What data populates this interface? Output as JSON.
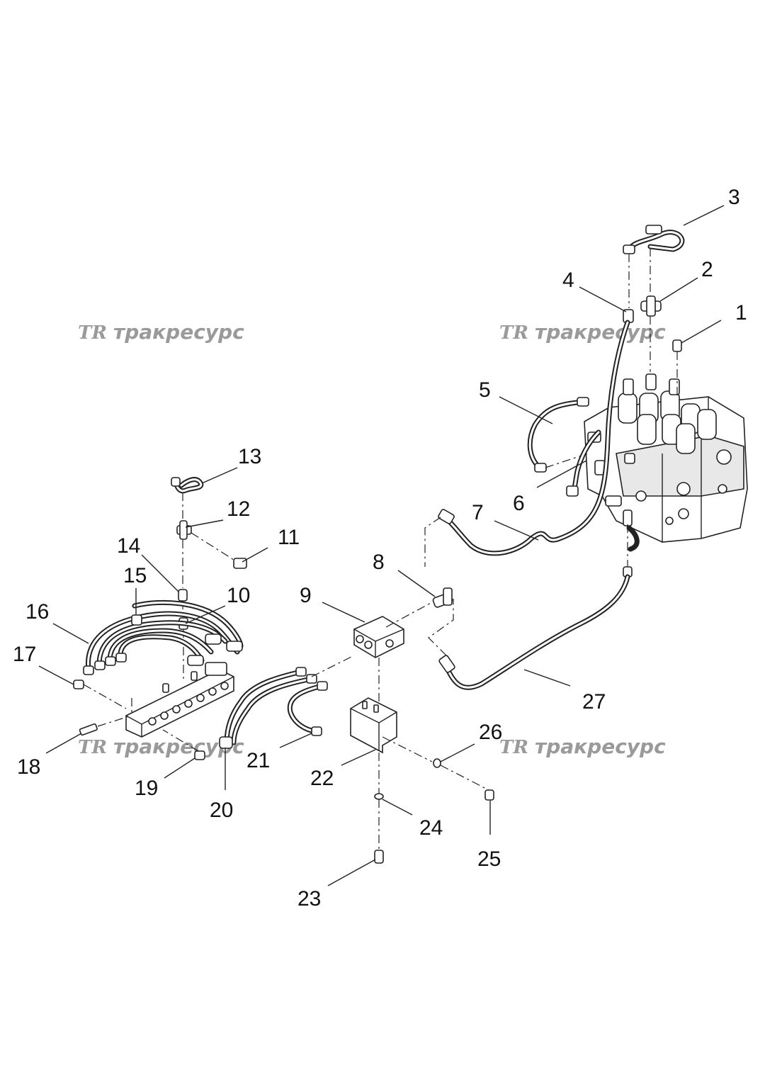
{
  "watermark": {
    "logo": "TR",
    "text": "тракресурс"
  },
  "callouts": [
    {
      "label": "1"
    },
    {
      "label": "2"
    },
    {
      "label": "3"
    },
    {
      "label": "4"
    },
    {
      "label": "5"
    },
    {
      "label": "6"
    },
    {
      "label": "7"
    },
    {
      "label": "8"
    },
    {
      "label": "9"
    },
    {
      "label": "10"
    },
    {
      "label": "11"
    },
    {
      "label": "12"
    },
    {
      "label": "13"
    },
    {
      "label": "14"
    },
    {
      "label": "15"
    },
    {
      "label": "16"
    },
    {
      "label": "17"
    },
    {
      "label": "18"
    },
    {
      "label": "19"
    },
    {
      "label": "20"
    },
    {
      "label": "21"
    },
    {
      "label": "22"
    },
    {
      "label": "23"
    },
    {
      "label": "24"
    },
    {
      "label": "25"
    },
    {
      "label": "26"
    },
    {
      "label": "27"
    }
  ],
  "colors": {
    "ink": "#222222",
    "watermark": "#9a9a9a",
    "background": "#ffffff"
  }
}
